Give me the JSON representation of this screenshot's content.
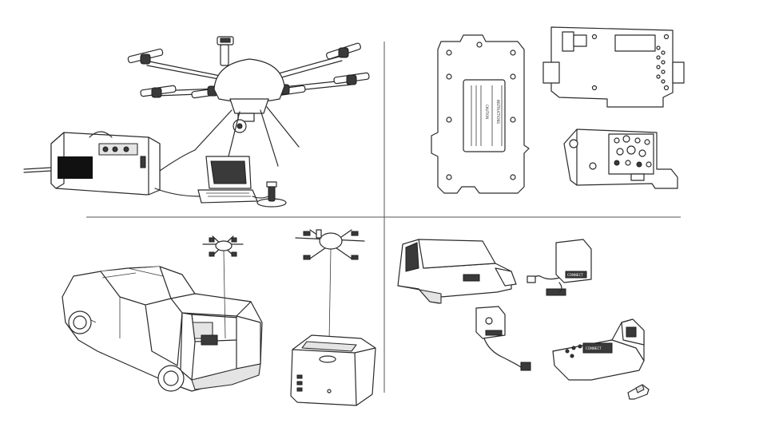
{
  "panels": [
    {
      "id": "system-overview",
      "labels": []
    },
    {
      "id": "mounting-plates",
      "labels": [
        "INSTRUCTIONS",
        "CAUTION"
      ]
    },
    {
      "id": "vehicle-tethered-deployment",
      "labels": []
    },
    {
      "id": "battery-and-connector-kit",
      "labels": [
        "CONNECT",
        "CONNECT"
      ]
    }
  ],
  "colors": {
    "line": "#2a2a2a",
    "fill_light": "#e4e4e4",
    "fill_dark": "#3a3a3a",
    "background": "#ffffff"
  }
}
